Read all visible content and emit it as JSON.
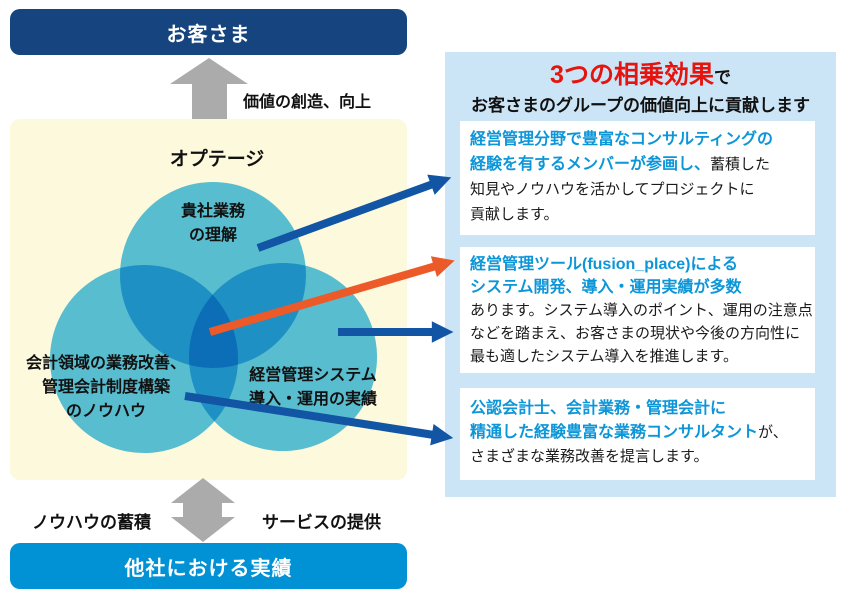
{
  "colors": {
    "navy": "#16447F",
    "bottom_blue": "#0092D5",
    "cream": "#FCF9DC",
    "circle_fill": "#58C2F0",
    "panel_bg": "#CBE5F7",
    "title_red": "#E6140E",
    "hl_blue": "#0C96D8",
    "arrow_blue": "#1155A4",
    "arrow_orange": "#EB5A28",
    "arrow_gray": "#ABABAB"
  },
  "top": {
    "customer_label": "お客さま",
    "value_label": "価値の創造、向上"
  },
  "venn": {
    "company_title": "オプテージ",
    "top_circle_lines": [
      "貴社業務",
      "の理解"
    ],
    "left_circle_lines": [
      "会計領域の業務改善、",
      "管理会計制度構築",
      "のノウハウ"
    ],
    "right_circle_lines": [
      "経営管理システム",
      "導入・運用の実績"
    ]
  },
  "bottom": {
    "knowhow_label": "ノウハウの蓄積",
    "service_label": "サービスの提供",
    "others_label": "他社における実績"
  },
  "panel": {
    "title_red": "3つの相乗効果",
    "title_tail": "で",
    "subtitle": "お客さまのグループの価値向上に貢献します",
    "boxes": [
      {
        "lines": [
          [
            {
              "t": "経営管理分野で豊富なコンサルティングの",
              "c": "hl"
            }
          ],
          [
            {
              "t": "経験を有するメンバーが参画し、",
              "c": "hl"
            },
            {
              "t": "蓄積した",
              "c": "txt"
            }
          ],
          [
            {
              "t": "知見やノウハウを活かしてプロジェクトに",
              "c": "txt"
            }
          ],
          [
            {
              "t": "貢献します。",
              "c": "txt"
            }
          ]
        ]
      },
      {
        "lines": [
          [
            {
              "t": "経営管理ツール(fusion_place)による",
              "c": "hl"
            }
          ],
          [
            {
              "t": "システム開発、導入・運用実績が多数",
              "c": "hl"
            }
          ],
          [
            {
              "t": "あります。システム導入のポイント、運用の注意点",
              "c": "txt"
            }
          ],
          [
            {
              "t": "などを踏まえ、お客さまの現状や今後の方向性に",
              "c": "txt"
            }
          ],
          [
            {
              "t": "最も適したシステム導入を推進します。",
              "c": "txt"
            }
          ]
        ]
      },
      {
        "lines": [
          [
            {
              "t": "公認会計士、会計業務・管理会計に",
              "c": "hl"
            }
          ],
          [
            {
              "t": "精通した経験豊富な業務コンサルタント",
              "c": "hl"
            },
            {
              "t": "が、",
              "c": "txt"
            }
          ],
          [
            {
              "t": "さまざまな業務改善を提言します。",
              "c": "txt"
            }
          ]
        ]
      }
    ]
  }
}
